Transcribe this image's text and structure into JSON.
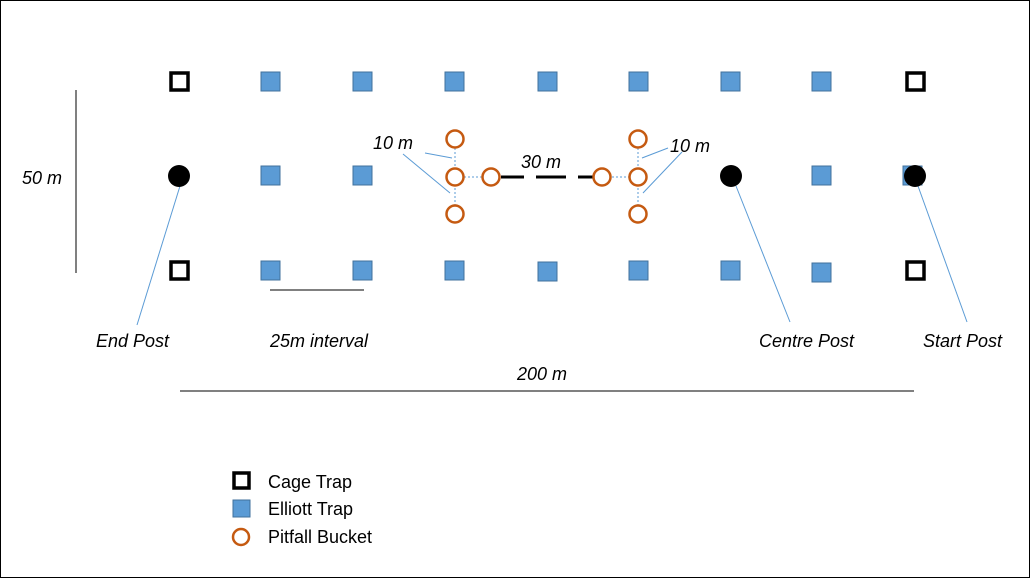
{
  "labels": {
    "height": "50 m",
    "width": "200 m",
    "interval": "25m interval",
    "pitfall_spacing_left": "10 m",
    "pitfall_spacing_right": "10 m",
    "pitfall_gap": "30 m",
    "end_post": "End Post",
    "centre_post": "Centre Post",
    "start_post": "Start Post"
  },
  "legend": {
    "items": [
      {
        "label": "Cage Trap",
        "icon": "cage-trap-icon"
      },
      {
        "label": "Elliott Trap",
        "icon": "elliott-trap-icon"
      },
      {
        "label": "Pitfall Bucket",
        "icon": "pitfall-bucket-icon"
      }
    ]
  },
  "colors": {
    "elliott": "#5b9bd5",
    "elliott_stroke": "#41719c",
    "pitfall": "#c55a11",
    "post": "#000000",
    "cage": "#000000",
    "guide_line": "#5b9bd5"
  }
}
